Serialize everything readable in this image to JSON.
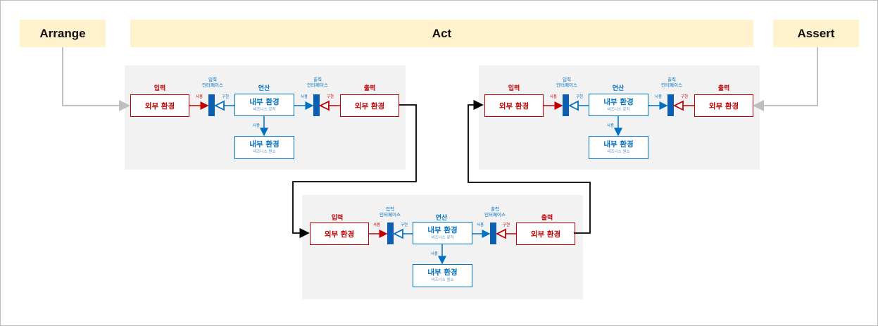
{
  "phases": {
    "arrange": "Arrange",
    "act": "Act",
    "assert": "Assert"
  },
  "panel": {
    "input_header": "입력",
    "input_interface": [
      "입력",
      "인터페이스"
    ],
    "operation_header": "연산",
    "output_interface": [
      "출력",
      "인터페이스"
    ],
    "output_header": "출력",
    "use": "사용",
    "impl": "구현",
    "external_env": "외부 환경",
    "internal_env": "내부 환경",
    "business_logic": "비즈니스 로직",
    "business_element": "비즈니스 원소"
  },
  "colors": {
    "phase_bg": "#fff2cc",
    "panel_bg": "#f2f2f2",
    "external": "#c00000",
    "internal": "#0070c0",
    "interface_bar": "#0b5eb1",
    "connector": "#000000",
    "phase_connector": "#bfbfbf"
  }
}
